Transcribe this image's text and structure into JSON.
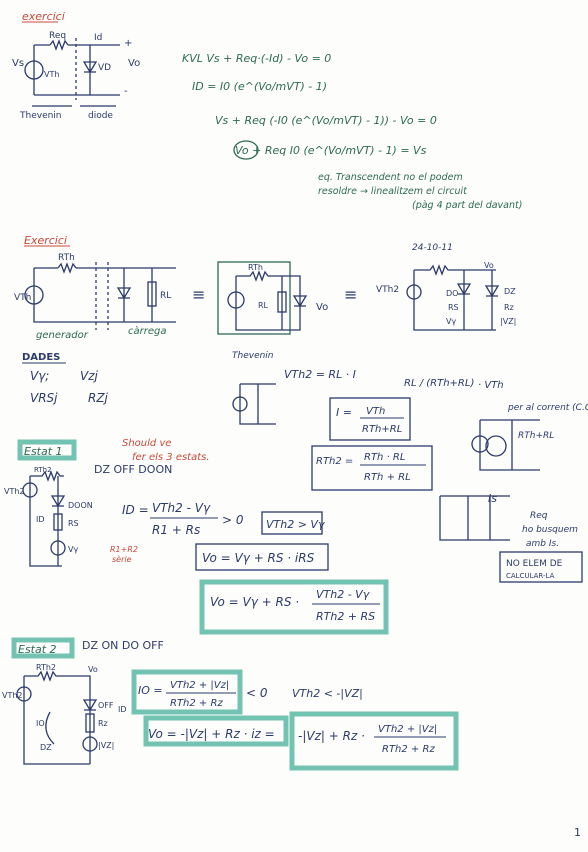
{
  "page_number": "1",
  "section1": {
    "heading": "exercici",
    "labels": {
      "vs": "Vs",
      "req": "Req",
      "id": "Id",
      "vd": "VD",
      "vo": "Vo",
      "vth": "VTh",
      "plus": "+",
      "minus": "-",
      "thevenin": "Thevenin",
      "diode": "diode"
    },
    "equations": {
      "kvl": "KVL  Vs + Req·(-Id) - Vo = 0",
      "diode_eq": "ID = I0 (e^(Vo/mVT) - 1)",
      "sub": "Vs + Req (-I0 (e^(Vo/mVT) - 1)) - Vo = 0",
      "final": "Vo + Req I0 (e^(Vo/mVT) - 1) = Vs"
    },
    "notes": [
      "eq. Transcendent no el podem",
      "resoldre → linealitzem el circuit",
      "(pàg 4 part del davant)"
    ]
  },
  "section2": {
    "heading": "Exercici",
    "date": "24-10-11",
    "labels": {
      "rth": "RTh",
      "vth": "VTh",
      "rl": "RL",
      "generador": "generador",
      "carrega": "càrrega",
      "thevenin": "Thevenin",
      "dos": "DO",
      "dz": "DZ",
      "rs": "RS",
      "rz": "Rz",
      "vg": "Vγ",
      "vz": "|VZ|",
      "vo": "Vo",
      "vth2": "VTh2"
    },
    "dades_title": "DADES",
    "dades": [
      "Vγ;",
      "Vzj",
      "VRSj",
      "RZj"
    ],
    "thev_eq": "VTh2 = RL · I",
    "thev_ratio": "RL / (RTh+RL)",
    "thev_vth": "· VTh",
    "i_eq_num": "VTh",
    "i_eq_den": "RTh+RL",
    "i_label": "I =",
    "rth2_label": "RTh2 =",
    "rth2_num": "RTh · RL",
    "rth2_den": "RTh + RL",
    "cc_note": "per al corrent (C.O)",
    "rth_rl": "RTh+RL",
    "is_label": "Is",
    "req_note": [
      "Req",
      "ho busquem",
      "amb Is."
    ],
    "boxed_note": [
      "NO ELEM DE",
      "CALCULAR-LA"
    ]
  },
  "estat1": {
    "heading": "Estat 1",
    "states": "DZ OFF  DOON",
    "red_note": [
      "Should ve",
      "fer els 3 estats."
    ],
    "ineq_lhs": "ID =",
    "ineq_num": "VTh2 - Vγ",
    "ineq_den": "R1 + Rs",
    "ineq_rhs": "> 0",
    "cond": "VTh2 > Vγ",
    "vo1": "Vo = Vγ + RS · iRS",
    "vo2_a": "Vo = Vγ + RS ·",
    "vo2_num": "VTh2 - Vγ",
    "vo2_den": "RTh2 + RS",
    "series_note": [
      "R1+R2",
      "sèrie"
    ],
    "labels": {
      "rth2": "RTh2",
      "don": "DOON",
      "rs": "RS",
      "vg": "Vγ",
      "vth2": "VTh2",
      "id": "ID"
    }
  },
  "estat2": {
    "heading": "Estat 2",
    "states": "DZ ON  DO OFF",
    "labels": {
      "rth2": "RTh2",
      "vo": "Vo",
      "vth2": "VTh2",
      "dz": "DZ",
      "rz": "Rz",
      "vz": "|VZ|",
      "off": "OFF",
      "id": "ID",
      "io": "IO"
    },
    "i_lhs": "IO =",
    "i_num": "VTh2 + |Vz|",
    "i_den": "RTh2 + Rz",
    "i_rhs": "< 0",
    "cond": "VTh2 < -|VZ|",
    "vo_a": "Vo = -|Vz| + Rz · iz =",
    "vo_b": "-|Vz| + Rz ·",
    "vo_num": "VTh2 + |Vz|",
    "vo_den": "RTh2 + Rz"
  }
}
